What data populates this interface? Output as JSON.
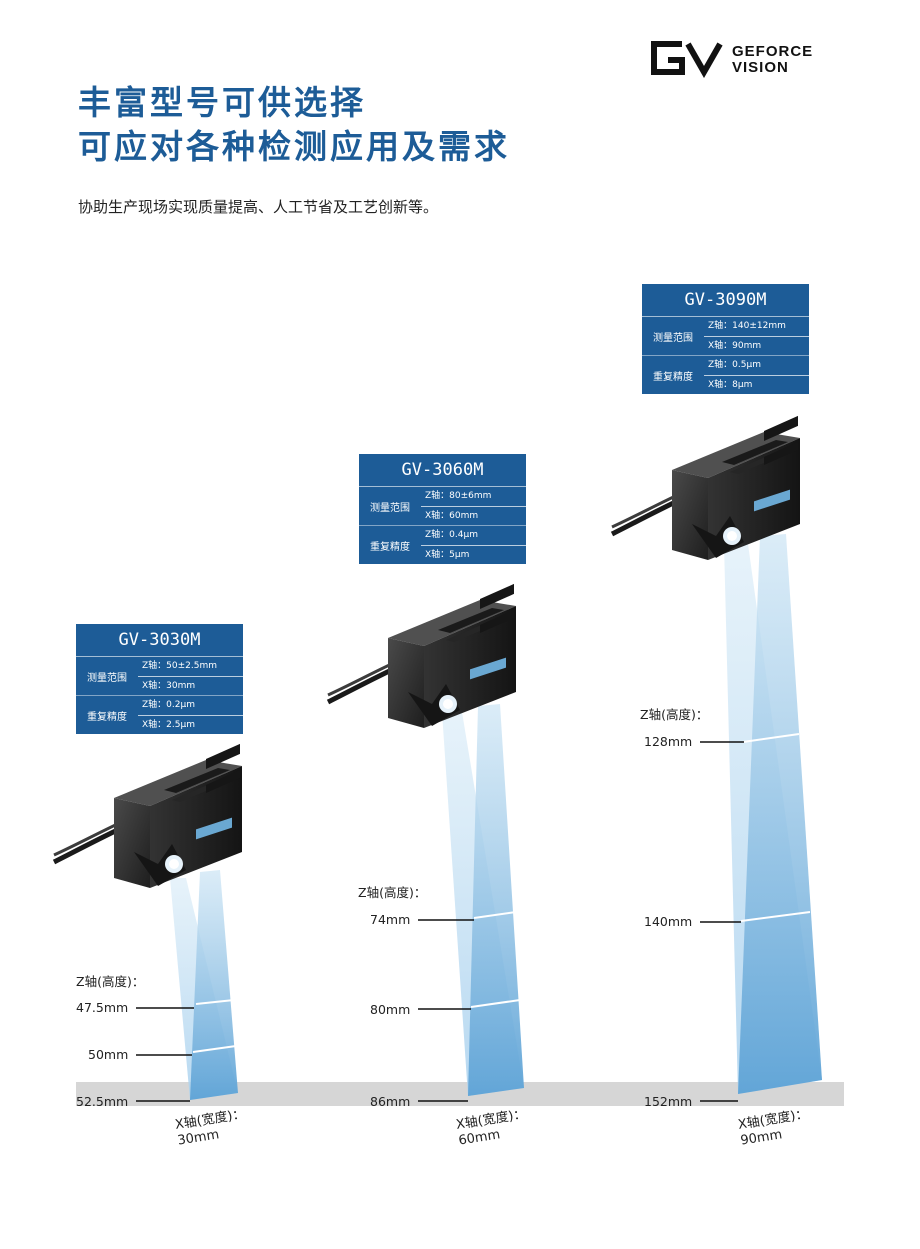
{
  "brand": {
    "mark": "GV",
    "line1": "GEFORCE",
    "line2": "VISION"
  },
  "headline": {
    "line1": "丰富型号可供选择",
    "line2": "可应对各种检测应用及需求"
  },
  "subtitle": "协助生产现场实现质量提高、人工节省及工艺创新等。",
  "models": [
    {
      "name": "GV-3030M",
      "range_label": "测量范围",
      "z_range": "Z轴：50±2.5mm",
      "x_range": "X轴：30mm",
      "precision_label": "重复精度",
      "z_precision": "Z轴：0.2μm",
      "x_precision": "X轴：2.5μm",
      "z_axis_label": "Z轴(高度)：",
      "z_marks": [
        "47.5mm",
        "50mm",
        "52.5mm"
      ],
      "x_axis_label": "X轴(宽度)：",
      "x_width": "30mm"
    },
    {
      "name": "GV-3060M",
      "range_label": "测量范围",
      "z_range": "Z轴：80±6mm",
      "x_range": "X轴：60mm",
      "precision_label": "重复精度",
      "z_precision": "Z轴：0.4μm",
      "x_precision": "X轴：5μm",
      "z_axis_label": "Z轴(高度)：",
      "z_marks": [
        "74mm",
        "80mm",
        "86mm"
      ],
      "x_axis_label": "X轴(宽度)：",
      "x_width": "60mm"
    },
    {
      "name": "GV-3090M",
      "range_label": "测量范围",
      "z_range": "Z轴：140±12mm",
      "x_range": "X轴：90mm",
      "precision_label": "重复精度",
      "z_precision": "Z轴：0.5μm",
      "x_precision": "X轴：8μm",
      "z_axis_label": "Z轴(高度)：",
      "z_marks": [
        "128mm",
        "140mm",
        "152mm"
      ],
      "x_axis_label": "X轴(宽度)：",
      "x_width": "90mm"
    }
  ],
  "colors": {
    "accent": "#1d5c97",
    "beam": "#8ec4e6",
    "floor": "#d6d6d6",
    "sensor": "#2b2b2b"
  }
}
